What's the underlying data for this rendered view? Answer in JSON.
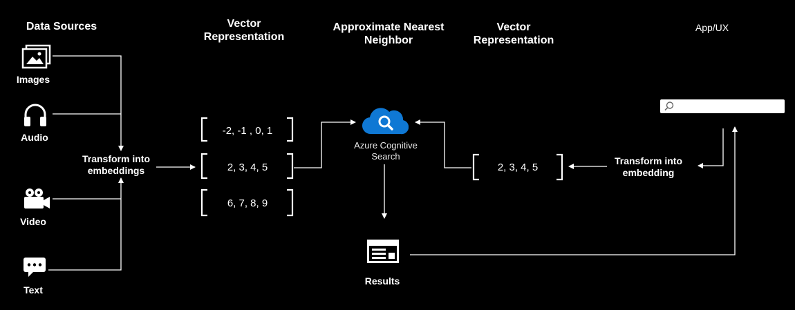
{
  "headers": {
    "data_sources": "Data Sources",
    "vector_rep_left_1": "Vector",
    "vector_rep_left_2": "Representation",
    "ann_1": "Approximate Nearest",
    "ann_2": "Neighbor",
    "vector_rep_right_1": "Vector",
    "vector_rep_right_2": "Representation",
    "app_ux": "App/UX"
  },
  "sources": [
    {
      "label": "Images",
      "icon": "images-icon"
    },
    {
      "label": "Audio",
      "icon": "headphones-icon"
    },
    {
      "label": "Video",
      "icon": "video-camera-icon"
    },
    {
      "label": "Text",
      "icon": "chat-bubble-icon"
    }
  ],
  "transform_left": {
    "line1": "Transform into",
    "line2": "embeddings"
  },
  "vectors_left": [
    "-2, -1 , 0, 1",
    "2, 3, 4, 5",
    "6, 7, 8, 9"
  ],
  "azure": {
    "line1": "Azure Cognitive",
    "line2": "Search",
    "color": "#0F78D4"
  },
  "vector_right": "2, 3, 4, 5",
  "transform_right": {
    "line1": "Transform into",
    "line2": "embedding"
  },
  "results": {
    "label": "Results",
    "icon": "results-window-icon"
  },
  "search_box": {
    "placeholder": "",
    "icon": "search-icon"
  }
}
